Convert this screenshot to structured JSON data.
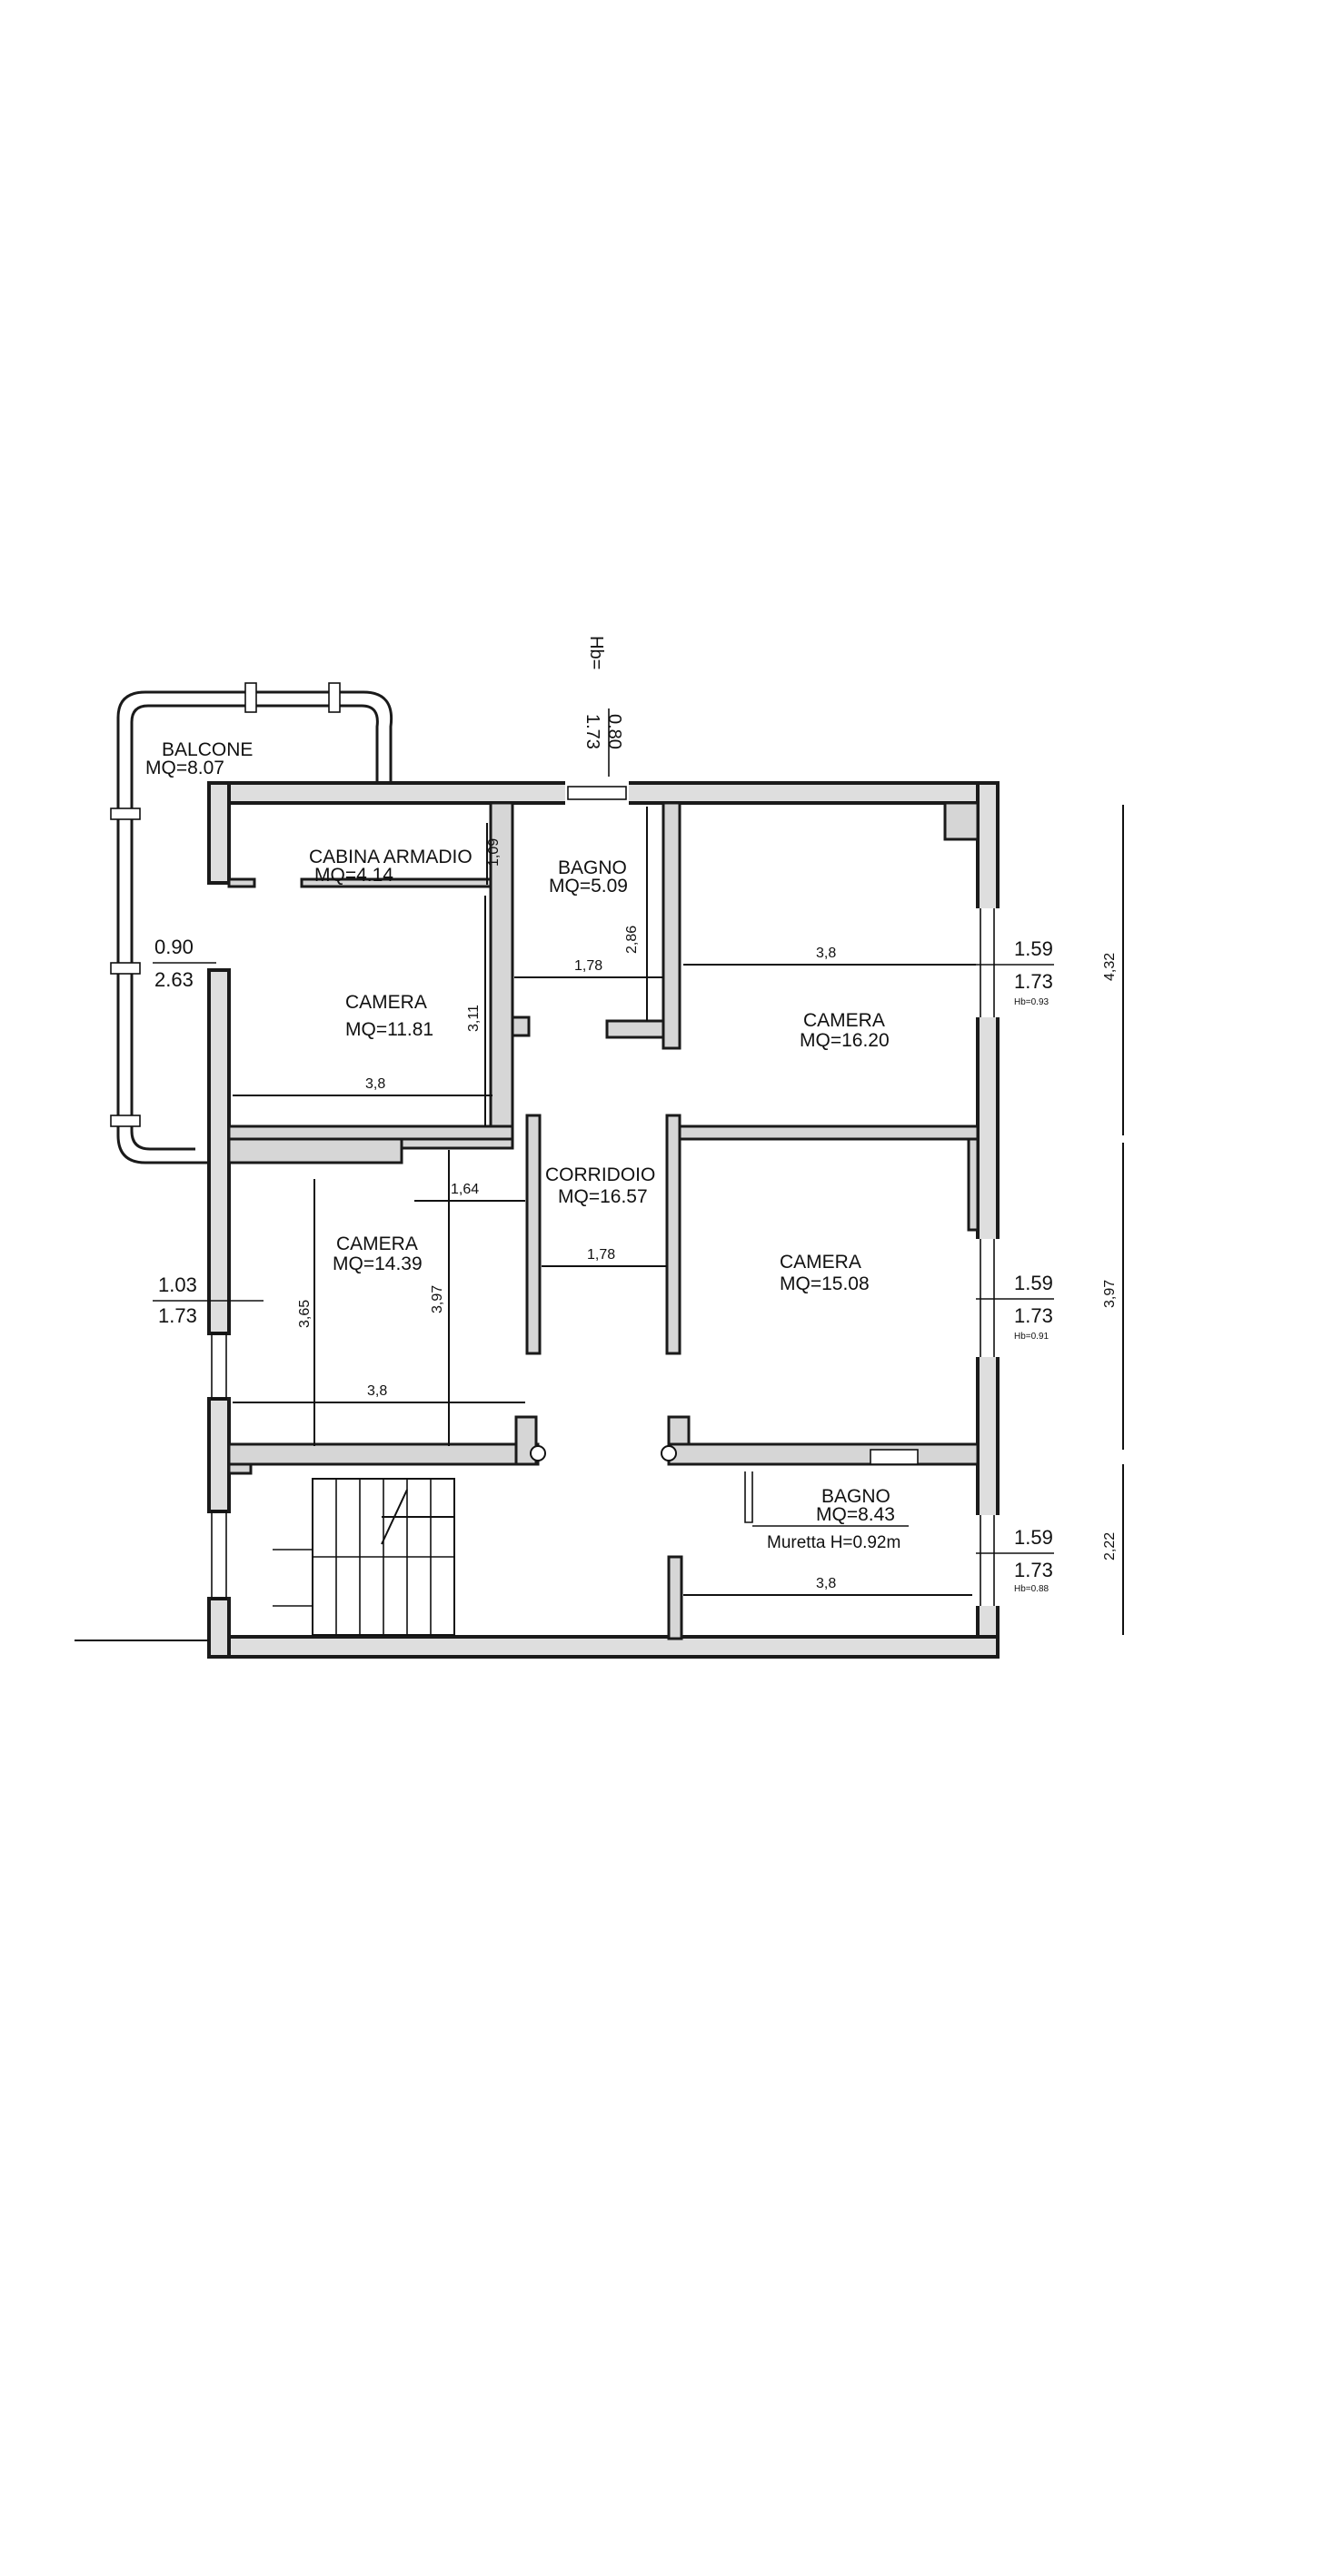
{
  "rooms": {
    "balcone": {
      "name": "BALCONE",
      "area": "MQ=8.07"
    },
    "cabina": {
      "name": "CABINA ARMADIO",
      "area": "MQ=4.14"
    },
    "bagno1": {
      "name": "BAGNO",
      "area": "MQ=5.09"
    },
    "camera1": {
      "name": "CAMERA",
      "area": "MQ=11.81"
    },
    "camera2": {
      "name": "CAMERA",
      "area": "MQ=16.20"
    },
    "corridoio": {
      "name": "CORRIDOIO",
      "area": "MQ=16.57"
    },
    "camera3": {
      "name": "CAMERA",
      "area": "MQ=14.39"
    },
    "camera4": {
      "name": "CAMERA",
      "area": "MQ=15.08"
    },
    "bagno2": {
      "name": "BAGNO",
      "area": "MQ=8.43",
      "note": "Muretta H=0.92m"
    }
  },
  "dimensions": {
    "cabina_h": "1,09",
    "bagno1_h": "2,86",
    "bagno1_w": "1,78",
    "camera1_w": "3,8",
    "camera1_h": "3,11",
    "camera2_w": "3,8",
    "corridoio_w": "1,78",
    "corr_top": "1,64",
    "camera3_h1": "3,65",
    "camera3_h2": "3,97",
    "camera3_w": "3,8",
    "bagno2_w": "3,8",
    "right_1": "4,32",
    "right_2": "3,97",
    "right_3": "2,22"
  },
  "windows": {
    "top": {
      "hb": "Hb=",
      "w": "0.80",
      "h": "1.73"
    },
    "balcone": {
      "w": "0.90",
      "h": "2.63"
    },
    "camera3": {
      "w": "1.03",
      "h": "1.73"
    },
    "camera2": {
      "w": "1.59",
      "h": "1.73",
      "hb": "Hb=0.93"
    },
    "camera4": {
      "w": "1.59",
      "h": "1.73",
      "hb": "Hb=0.91"
    },
    "bagno2": {
      "w": "1.59",
      "h": "1.73",
      "hb": "Hb=0.88"
    }
  }
}
